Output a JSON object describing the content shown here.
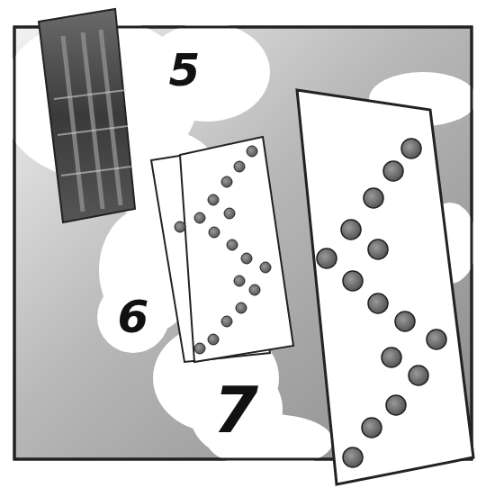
{
  "diagram": {
    "labels": [
      "5",
      "6",
      "7"
    ]
  }
}
